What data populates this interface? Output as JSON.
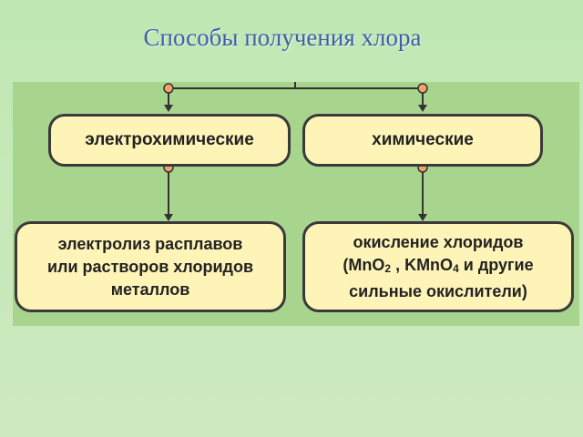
{
  "title": "Способы получения хлора",
  "methods": [
    {
      "name": "электрохимические",
      "detail": [
        "электролиз расплавов",
        "или растворов хлоридов",
        "металлов"
      ]
    },
    {
      "name": "химические",
      "detail_line1": "окисление хлоридов",
      "detail_line2": {
        "open": "(MnO",
        "sub1": "2",
        "mid": " , KMnO",
        "sub2": "4",
        "close": " и другие"
      },
      "detail_line3": "сильные окислители)"
    }
  ],
  "colors": {
    "panel": "#a8d58e",
    "box_fill": "#fff4b8",
    "connector": "#333333",
    "node": "#f5a267",
    "title": "#3f5fa8"
  }
}
